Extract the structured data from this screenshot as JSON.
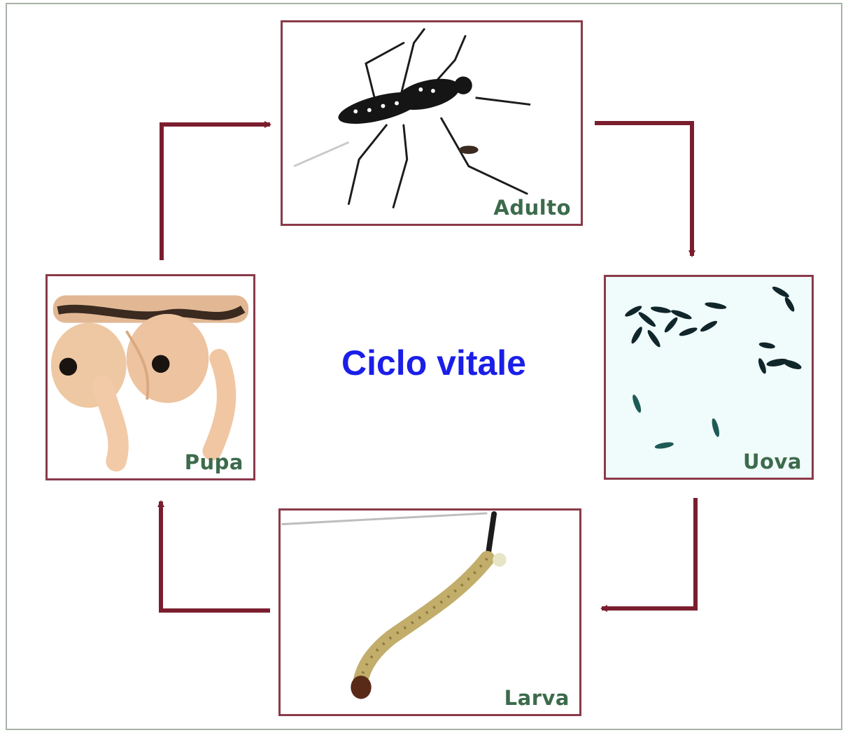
{
  "diagram": {
    "title": "Ciclo vitale",
    "stages": {
      "adulto": {
        "label": "Adulto"
      },
      "uova": {
        "label": "Uova"
      },
      "larva": {
        "label": "Larva"
      },
      "pupa": {
        "label": "Pupa"
      }
    },
    "colors": {
      "title": "#1a1ee8",
      "arrow": "#7a1e2e",
      "panel_border": "#8a3a4a",
      "label": "#3c6b4c"
    }
  }
}
